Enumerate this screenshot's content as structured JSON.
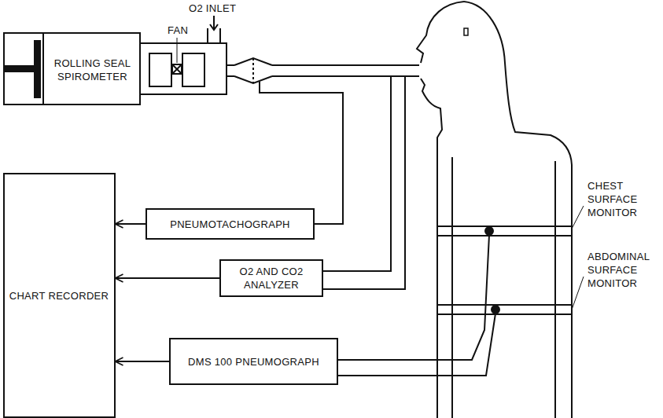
{
  "diagram": {
    "nodes": [
      {
        "text": [
          "ROLLING SEAL SPIROMETER"
        ]
      },
      {
        "text": [
          "CHART RECORDER"
        ]
      },
      {
        "text": [
          "PNEUMOTACHOGRAPH"
        ]
      },
      {
        "text": [
          "O2 AND CO2 ANALYZER"
        ]
      },
      {
        "text": [
          "DMS 100 PNEUMOGRAPH"
        ]
      }
    ],
    "edges": [
      {
        "from": 2,
        "to": 1,
        "arrow": "to"
      },
      {
        "from": 3,
        "to": 1,
        "arrow": "to"
      },
      {
        "from": 4,
        "to": 1,
        "arrow": "to"
      }
    ],
    "labels": [
      "O2 INLET",
      "FAN",
      "CHEST SURFACE MONITOR",
      "ABDOMINAL SURFACE MONITOR"
    ]
  }
}
